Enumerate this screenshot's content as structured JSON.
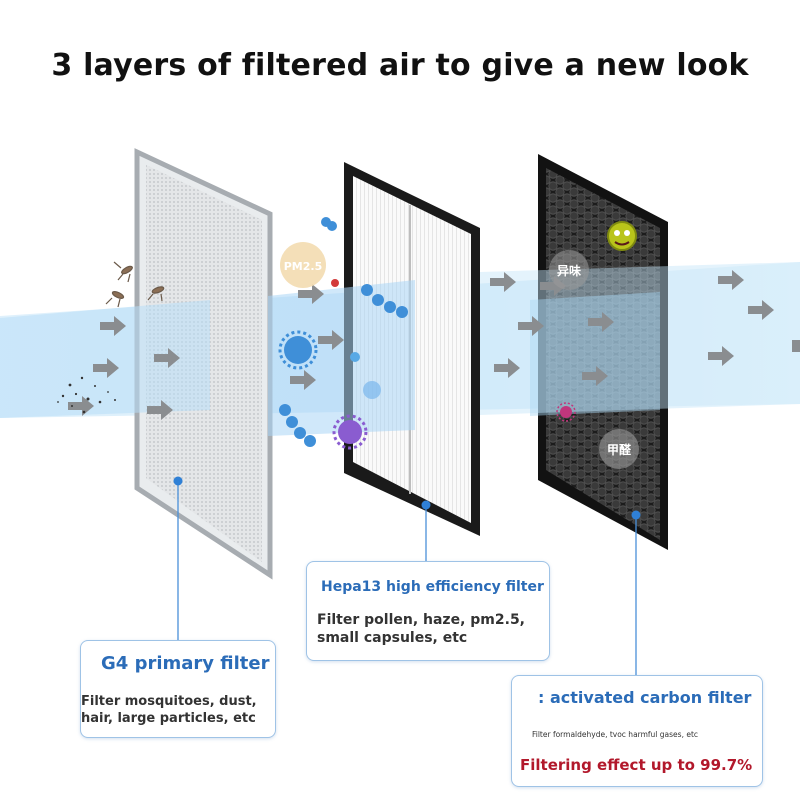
{
  "headline": "3 layers of filtered air to give a new look",
  "labels": {
    "pm25": "PM2.5",
    "odor": "异味",
    "formaldehyde": "甲醛"
  },
  "filters": [
    {
      "name": "G4 primary filter",
      "description_lines": [
        "Filter mosquitoes, dust,",
        "hair, large particles, etc"
      ]
    },
    {
      "name": "Hepa13 high efficiency filter",
      "description_lines": [
        "Filter pollen, haze, pm2.5,",
        "small capsules, etc"
      ]
    },
    {
      "name": ": activated carbon filter",
      "description": "Filter formaldehyde, tvoc harmful gases, etc",
      "highlight": "Filtering effect up to 99.7%"
    }
  ],
  "colors": {
    "accent_blue": "#2b6cb8",
    "highlight_red": "#b2182b",
    "airflow_blue": "#9fd0f2"
  }
}
